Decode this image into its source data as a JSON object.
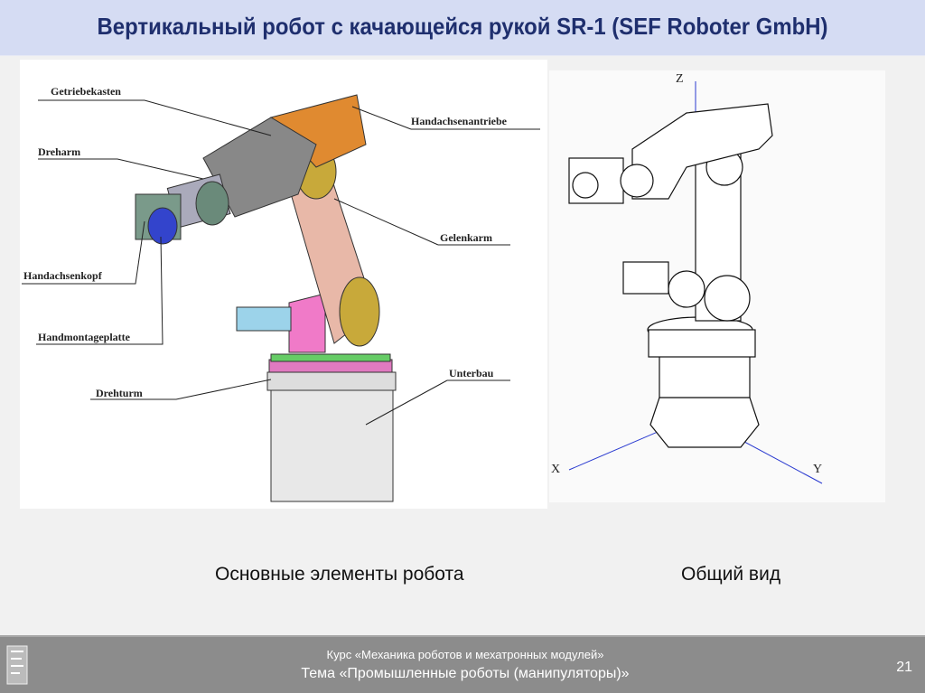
{
  "header": {
    "title": "Вертикальный робот с качающейся рукой SR-1 (SEF Roboter GmbH)"
  },
  "left_figure": {
    "labels": [
      "Getriebekasten",
      "Handachsenantriebe",
      "Dreharm",
      "Gelenkarm",
      "Handachsenkopf",
      "Handmontageplatte",
      "Unterbau",
      "Drehturm"
    ]
  },
  "right_figure": {
    "axes": {
      "z": "Z",
      "x": "X",
      "y": "Y"
    }
  },
  "captions": {
    "left": "Основные элементы робота",
    "right": "Общий вид"
  },
  "footer": {
    "course": "Курс «Механика роботов и мехатронных модулей»",
    "topic": "Тема «Промышленные роботы (манипуляторы)»",
    "page": "21"
  }
}
